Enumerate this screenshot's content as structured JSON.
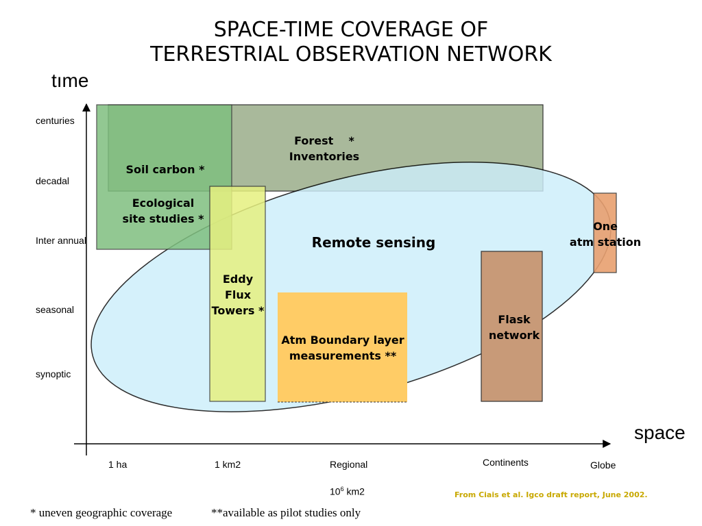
{
  "title": {
    "line1": "SPACE-TIME COVERAGE OF",
    "line2": "TERRESTRIAL OBSERVATION NETWORK"
  },
  "axes": {
    "y_title": "tıme",
    "x_title": "space",
    "y_ticks": [
      "centuries",
      "decadal",
      "Inter annual",
      "seasonal",
      "synoptic"
    ],
    "x_ticks": [
      "1 ha",
      "1 km2",
      "Regional",
      "Continents",
      "Globe"
    ],
    "x_extra": {
      "base": "10",
      "sup": "6",
      "unit": "km2"
    }
  },
  "regions": {
    "soil_carbon": "Soil carbon *",
    "forest": "Forest    *\nInventories",
    "ecological": "Ecological\nsite studies *",
    "remote_sensing": "Remote sensing",
    "eddy": "Eddy\nFlux\nTowers *",
    "atm_boundary": "Atm Boundary layer\nmeasurements **",
    "flask": "Flask\nnetwork",
    "one_atm": "One\natm station"
  },
  "colors": {
    "remote_sensing": "#cdeefb",
    "forest": "#a9b99b",
    "soil_carbon": "#7fbf7f",
    "eddy": "#e6f080",
    "atm_boundary": "#ffcc66",
    "flask": "#c89a78",
    "one_atm": "#e8a070",
    "credit": "#c8a800"
  },
  "footnotes": {
    "uneven": "* uneven geographic coverage",
    "pilot": "**available as pilot studies only"
  },
  "credit": "From Ciais et al. Igco draft report, June 2002."
}
